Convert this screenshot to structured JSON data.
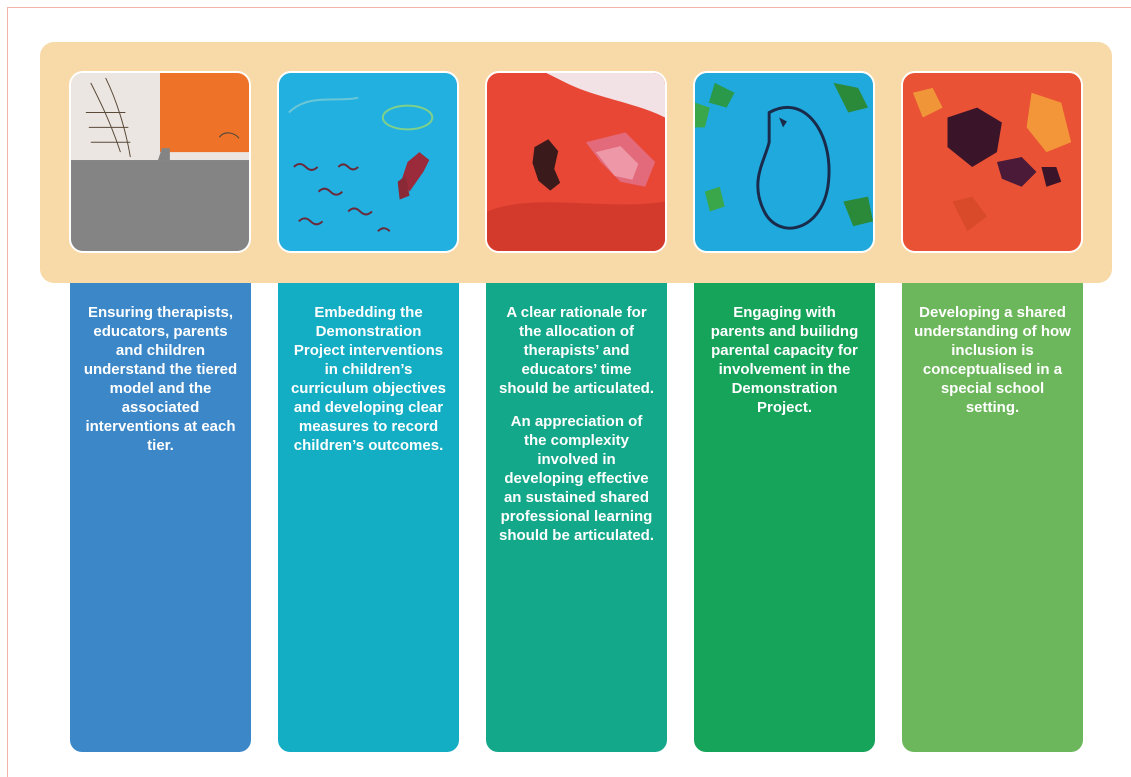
{
  "colors": {
    "band": "#f8d9a8",
    "col1": "#3c87c7",
    "col2": "#13adc4",
    "col3": "#14a88a",
    "col4": "#16a35a",
    "col5": "#6cb75b"
  },
  "columns": [
    {
      "paragraphs": [
        "Ensuring therapists, educators, parents and children understand the tiered model and the associated interventions at each tier."
      ]
    },
    {
      "paragraphs": [
        "Embedding the Demonstration Project interventions in children’s curriculum objectives and developing clear measures to record children’s outcomes."
      ]
    },
    {
      "paragraphs": [
        "A clear rationale for the allocation of therapists’ and educators’ time should be articulated.",
        "An appreciation of the complexity involved in developing effective an sustained shared professional learning should be articulated."
      ]
    },
    {
      "paragraphs": [
        "Engaging with parents and builidng parental capacity for involvement in the Demonstration Project."
      ]
    },
    {
      "paragraphs": [
        "Developing a shared understanding of how inclusion is conceptualised in a special school setting."
      ]
    }
  ]
}
